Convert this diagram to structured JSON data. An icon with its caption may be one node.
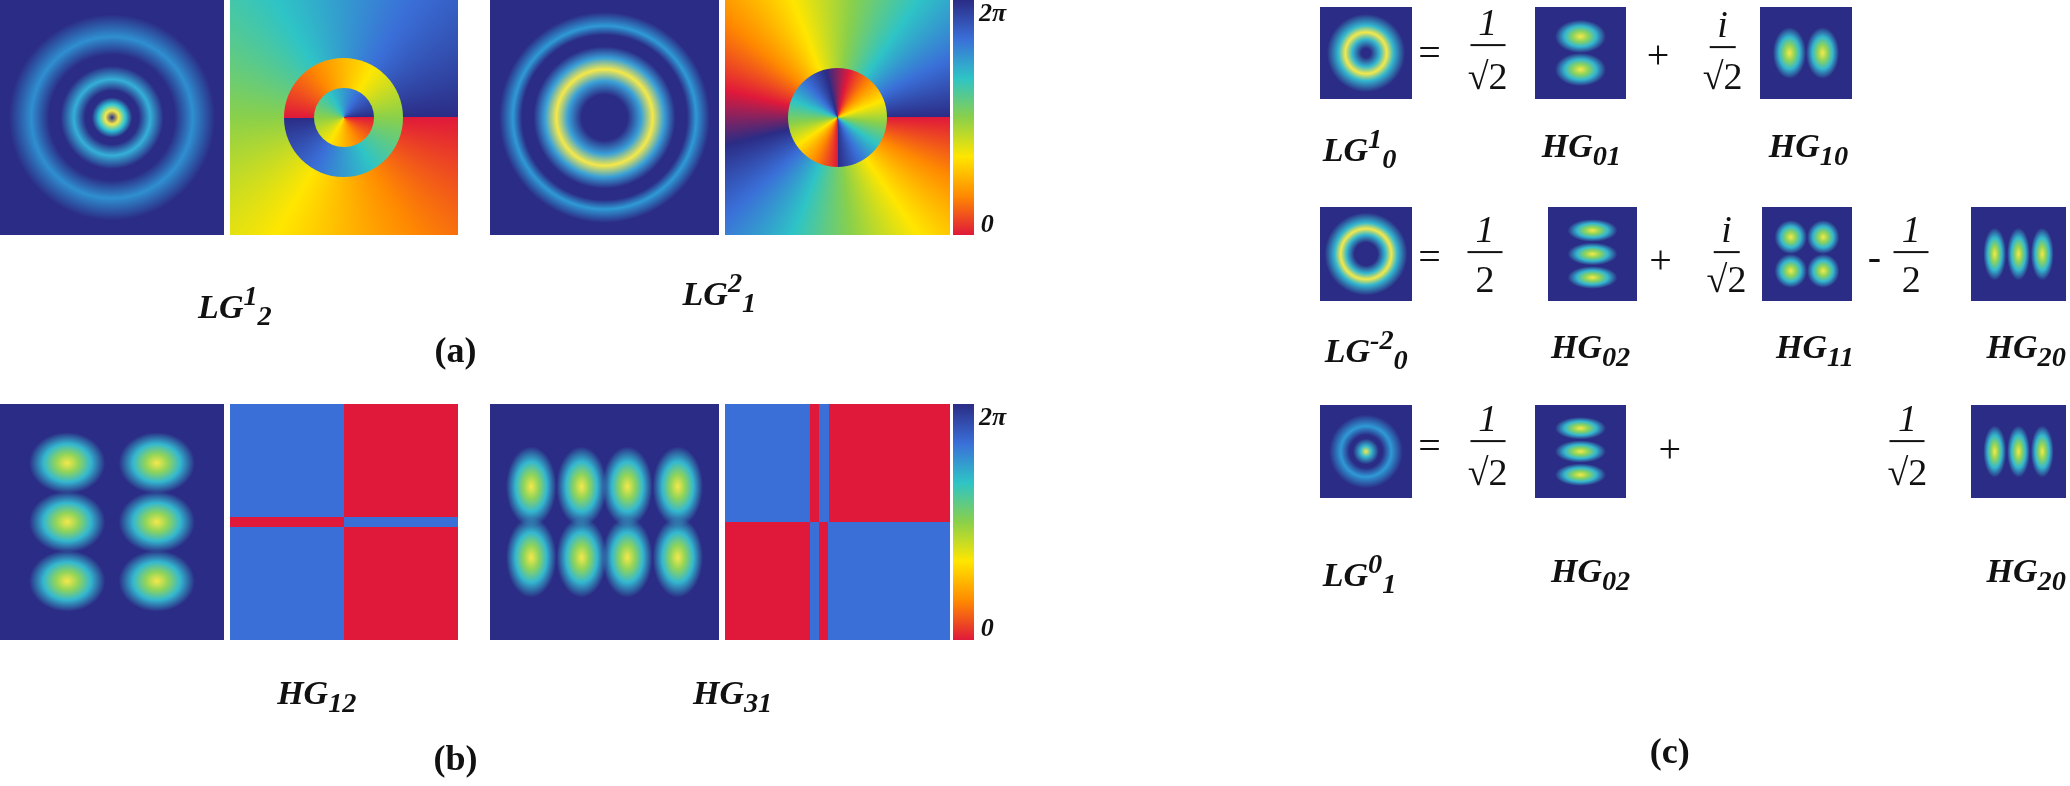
{
  "diagram": {
    "labels": [
      "LG$^{1}$$_{2}$",
      "LG$^{2}$$_{1}$",
      "2π",
      "0",
      "(a)",
      "2π",
      "0",
      "HG$_{12}$",
      "HG$_{31}$",
      "(b)",
      "=",
      "1",
      "√2",
      "+",
      "i",
      "√2",
      "LG$^{1}$$_{0}$",
      "HG$_{01}$",
      "HG$_{10}$",
      "=",
      "1",
      "2",
      "+",
      "i",
      "√2",
      "-",
      "1",
      "2",
      "LG$^{-2}$$_{0}$",
      "HG$_{02}$",
      "HG$_{11}$",
      "HG$_{20}$",
      "=",
      "1",
      "√2",
      "+",
      "1",
      "√2",
      "LG$^{0}$$_{1}$",
      "HG$_{02}$",
      "HG$_{20}$",
      "(c)"
    ]
  }
}
